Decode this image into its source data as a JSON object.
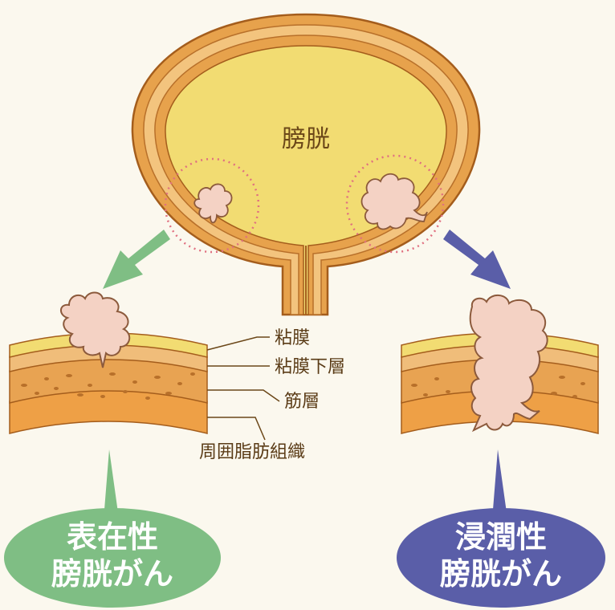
{
  "organ_label": "膀胱",
  "layer_labels": {
    "mucosa": "粘膜",
    "submucosa": "粘膜下層",
    "muscle": "筋層",
    "fat": "周囲脂肪組織"
  },
  "left_bubble": {
    "line1": "表在性",
    "line2": "膀胱がん"
  },
  "right_bubble": {
    "line1": "浸潤性",
    "line2": "膀胱がん"
  },
  "colors": {
    "bladder_fill": "#f2dc72",
    "wall_orange": "#e7a24c",
    "wall_light": "#f3c47e",
    "tumor": "#f4d2c4",
    "green": "#7fbe84",
    "blue": "#5a5ea8",
    "dots": "#e07080"
  }
}
